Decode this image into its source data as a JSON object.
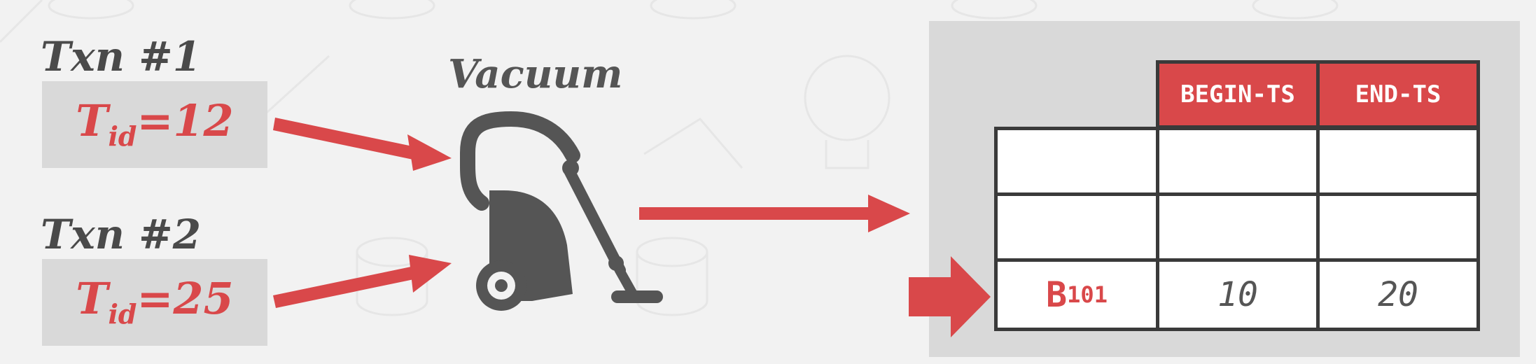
{
  "transactions": [
    {
      "label": "Txn #1",
      "tid_symbol": "T",
      "tid_subscript": "id",
      "tid_value": "=12"
    },
    {
      "label": "Txn #2",
      "tid_symbol": "T",
      "tid_subscript": "id",
      "tid_value": "=25"
    }
  ],
  "vacuum": {
    "label": "Vacuum",
    "icon": "vacuum-cleaner-icon"
  },
  "table": {
    "headers": [
      "BEGIN-TS",
      "END-TS"
    ],
    "rows": [
      {
        "id_main": "",
        "id_sub": "",
        "begin_ts": "",
        "end_ts": ""
      },
      {
        "id_main": "",
        "id_sub": "",
        "begin_ts": "",
        "end_ts": ""
      },
      {
        "id_main": "B",
        "id_sub": "101",
        "begin_ts": "10",
        "end_ts": "20"
      }
    ]
  },
  "colors": {
    "accent_red": "#d9484a",
    "text_dark": "#4a4a4a",
    "box_gray": "#d9d9d9",
    "grid_line": "#3a3a3a"
  }
}
